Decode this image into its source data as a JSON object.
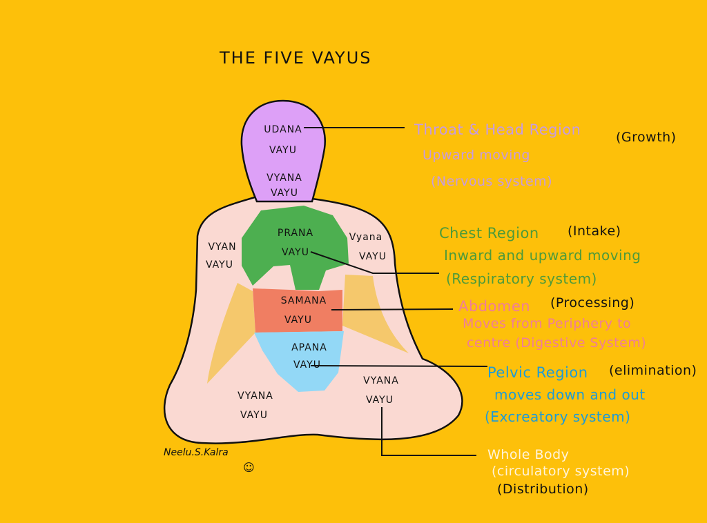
{
  "title": "THE FIVE VAYUS",
  "colors": {
    "background": "#FDC00A",
    "udana": "#DDA0F7",
    "prana": "#4DAF50",
    "samana": "#F07E62",
    "apana": "#93D8F6",
    "vyana_body": "#FAD9D2",
    "vyana_arms": "#F5C86C"
  },
  "body_labels": {
    "udana": [
      "UDANA",
      "VAYU"
    ],
    "vyana_head": [
      "VYANA",
      "VAYU"
    ],
    "prana": [
      "PRANA",
      "VAYU"
    ],
    "vyana_left_arm": [
      "VYAN",
      "VAYU"
    ],
    "vyana_right_arm": [
      "Vyana",
      "VAYU"
    ],
    "samana": [
      "SAMANA",
      "VAYU"
    ],
    "apana": [
      "APANA",
      "VAYU"
    ],
    "vyana_left_leg": [
      "VYANA",
      "VAYU"
    ],
    "vyana_right_leg": [
      "VYANA",
      "VAYU"
    ]
  },
  "annotations": {
    "udana": {
      "region": "Throat & Head Region",
      "role": "(Growth)",
      "line2": "Upward moving",
      "line3": "(Nervous system)"
    },
    "prana": {
      "region": "Chest Region",
      "role": "(Intake)",
      "line2": "Inward and upward moving",
      "line3": "(Respiratory system)"
    },
    "samana": {
      "region": "Abdomen",
      "role": "(Processing)",
      "line2": "Moves from Periphery to",
      "line3": "centre (Digestive System)"
    },
    "apana": {
      "region": "Pelvic Region",
      "role": "(elimination)",
      "line2": "moves down and out",
      "line3": "(Excreatory system)"
    },
    "vyana": {
      "region": "Whole Body",
      "line2": "(circulatory system)",
      "role": "(Distribution)"
    }
  },
  "signature": "Neelu.S.Kalra",
  "smiley": "☺"
}
